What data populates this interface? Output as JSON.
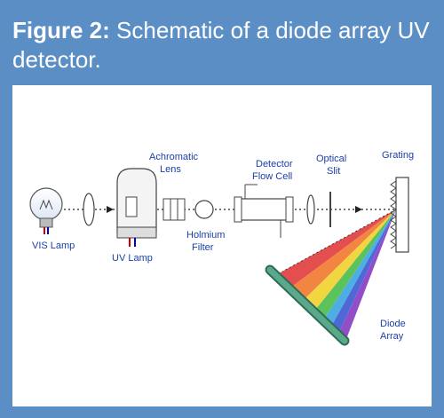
{
  "caption": {
    "number": "Figure 2:",
    "text": " Schematic of a diode array UV detector."
  },
  "labels": {
    "vis_lamp": "VIS Lamp",
    "uv_lamp": "UV Lamp",
    "achromatic_lens_line1": "Achromatic",
    "achromatic_lens_line2": "Lens",
    "holmium_filter_line1": "Holmium",
    "holmium_filter_line2": "Filter",
    "detector_flow_cell_line1": "Detector",
    "detector_flow_cell_line2": "Flow Cell",
    "optical_slit_line1": "Optical",
    "optical_slit_line2": "Slit",
    "grating": "Grating",
    "diode_array_line1": "Diode",
    "diode_array_line2": "Array"
  },
  "colors": {
    "frame": "#5b8ec4",
    "label_text": "#1a3fa8",
    "diode_array": "#5aa98a"
  }
}
